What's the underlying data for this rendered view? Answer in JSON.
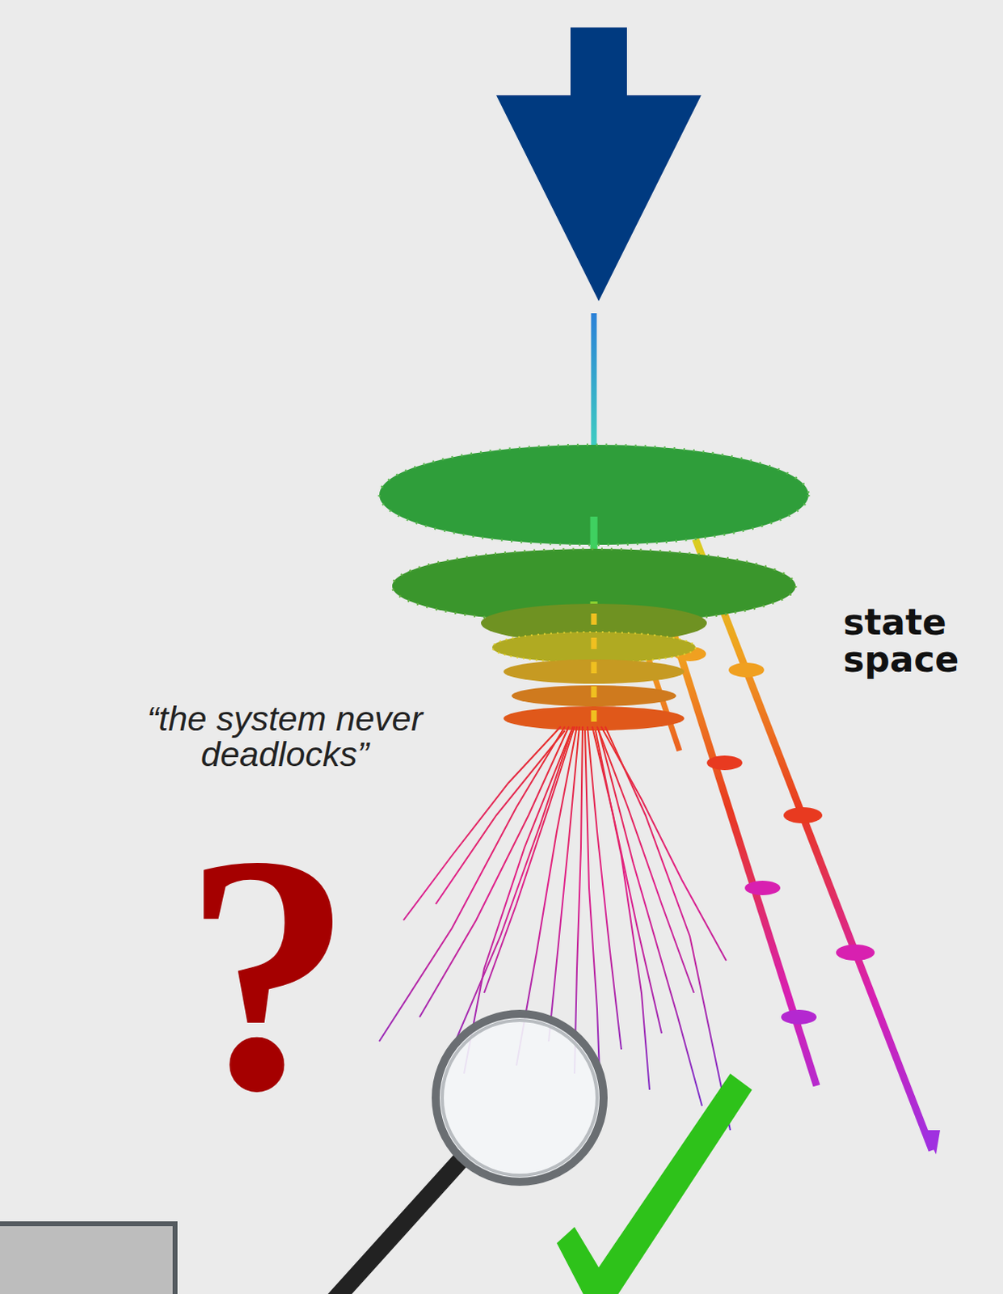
{
  "diagram": {
    "labels": [
      "state space",
      "“the system never deadlocks”",
      "?"
    ]
  }
}
